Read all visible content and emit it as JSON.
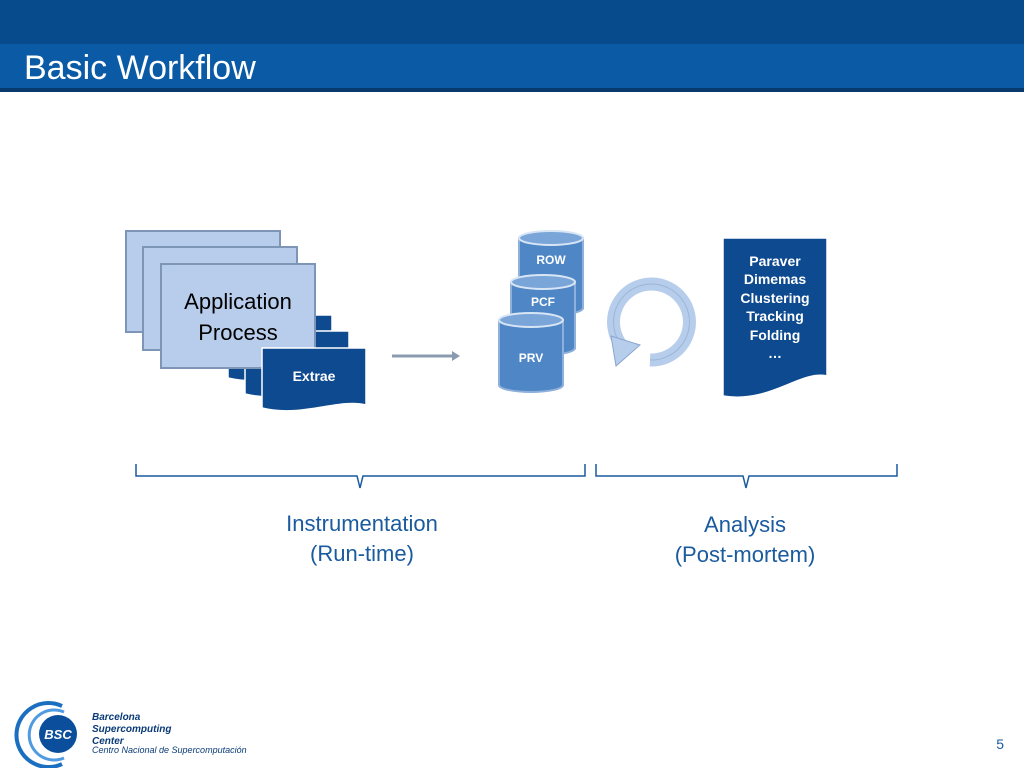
{
  "slide": {
    "title": "Basic Workflow",
    "page_number": "5"
  },
  "app_stack": {
    "title_line1": "Application",
    "title_line2": "Process",
    "tool_label": "Extrae"
  },
  "trace_files": [
    "ROW",
    "PCF",
    "PRV"
  ],
  "tools_doc": {
    "lines": [
      "Paraver",
      "Dimemas",
      "Clustering",
      "Tracking",
      "Folding",
      "…"
    ]
  },
  "phases": [
    {
      "line1": "Instrumentation",
      "line2": "(Run-time)"
    },
    {
      "line1": "Analysis",
      "line2": "(Post-mortem)"
    }
  ],
  "logo": {
    "mark": "BSC",
    "line1": "Barcelona",
    "line2": "Supercomputing",
    "line3": "Center",
    "subtitle": "Centro Nacional de Supercomputación"
  },
  "colors": {
    "header_blue": "#0a5aa5",
    "dark_blue": "#0e4a8f",
    "mid_blue": "#4f86c6",
    "light_box": "#b8cdec",
    "text_blue": "#1a5a9e"
  }
}
